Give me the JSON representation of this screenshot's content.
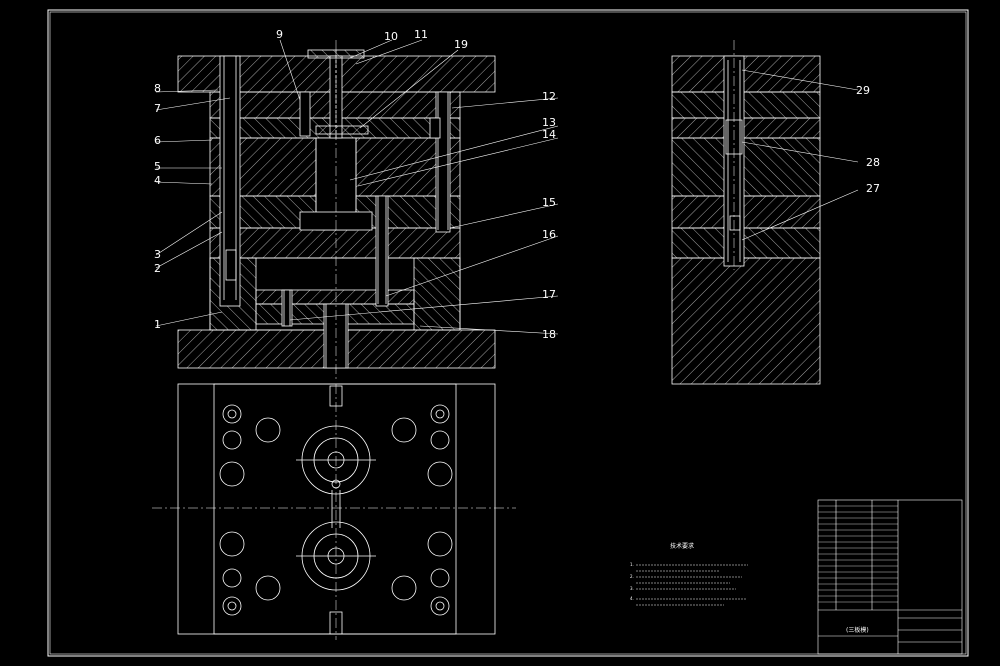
{
  "colors": {
    "background": "#000000",
    "line": "#ffffff",
    "part": "#cfcfcf"
  },
  "part_labels": {
    "left": [
      "8",
      "7",
      "6",
      "5",
      "4",
      "3",
      "2",
      "1"
    ],
    "top": [
      "9",
      "10",
      "11",
      "19"
    ],
    "right": [
      "12",
      "13",
      "14",
      "15",
      "16",
      "17",
      "18"
    ],
    "side_view": [
      "29",
      "28",
      "27"
    ]
  },
  "notes": {
    "title": "技术要求",
    "items": [
      "1.",
      "2.",
      "3.",
      "4."
    ]
  },
  "title_block": {
    "drawing_name": "(三板模)"
  }
}
